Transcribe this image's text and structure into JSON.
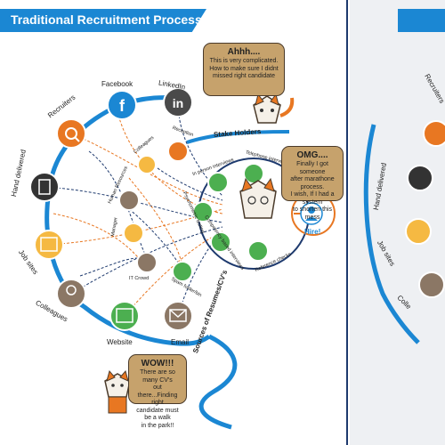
{
  "title": "Traditional Recruitment Process",
  "ring_labels": {
    "facebook": "Facebook",
    "linkedin": "LinkedIn",
    "recruiters": "Recruiters",
    "hand_delivered": "Hand delivered",
    "job_sites": "Job sites",
    "colleagues": "Colleagues",
    "website": "Website",
    "email": "Email"
  },
  "inner_labels": {
    "reception": "Reception",
    "colleagues": "Colleagues",
    "human_resources": "Human Resources",
    "manager": "Manager",
    "it_crowd": "IT Crowd",
    "spam_folder": "Spam folder/bin"
  },
  "stake_holders": "Stake Holders",
  "sources": "Sources of Resumes/CV's",
  "interview_labels": {
    "in_person": "In person interviews",
    "telephone": "Telephone interviews",
    "competency": "Competency based interviews",
    "psychometric": "Psychometric testing",
    "reference": "Reference checks",
    "hire": "Hire!"
  },
  "bubbles": {
    "one": {
      "heading": "Ahhh....",
      "lines": [
        "This is very complicated.",
        "How to make sure I didnt",
        "missed right candidate"
      ]
    },
    "two": {
      "heading": "OMG....",
      "lines": [
        "Finally I got someone",
        "after marathone process.",
        "I wish, If I had a system",
        "to shorten this mess"
      ]
    },
    "three": {
      "heading": "WOW!!!",
      "lines": [
        "There are so many CV's",
        "out there...Finding right",
        "candidate must be a walk",
        "in the park!!"
      ]
    }
  },
  "right_panel_labels": {
    "recruiters": "Recruiters",
    "hand_delivered": "Hand delivered",
    "job_sites": "Job sites",
    "colleagues": "Colle"
  },
  "colors": {
    "primary_blue": "#1b87d3",
    "navy_line": "#1e3a6e",
    "orange": "#e87722",
    "green": "#4caf50",
    "bubble_brown": "#c6a26c",
    "dark": "#333333"
  }
}
